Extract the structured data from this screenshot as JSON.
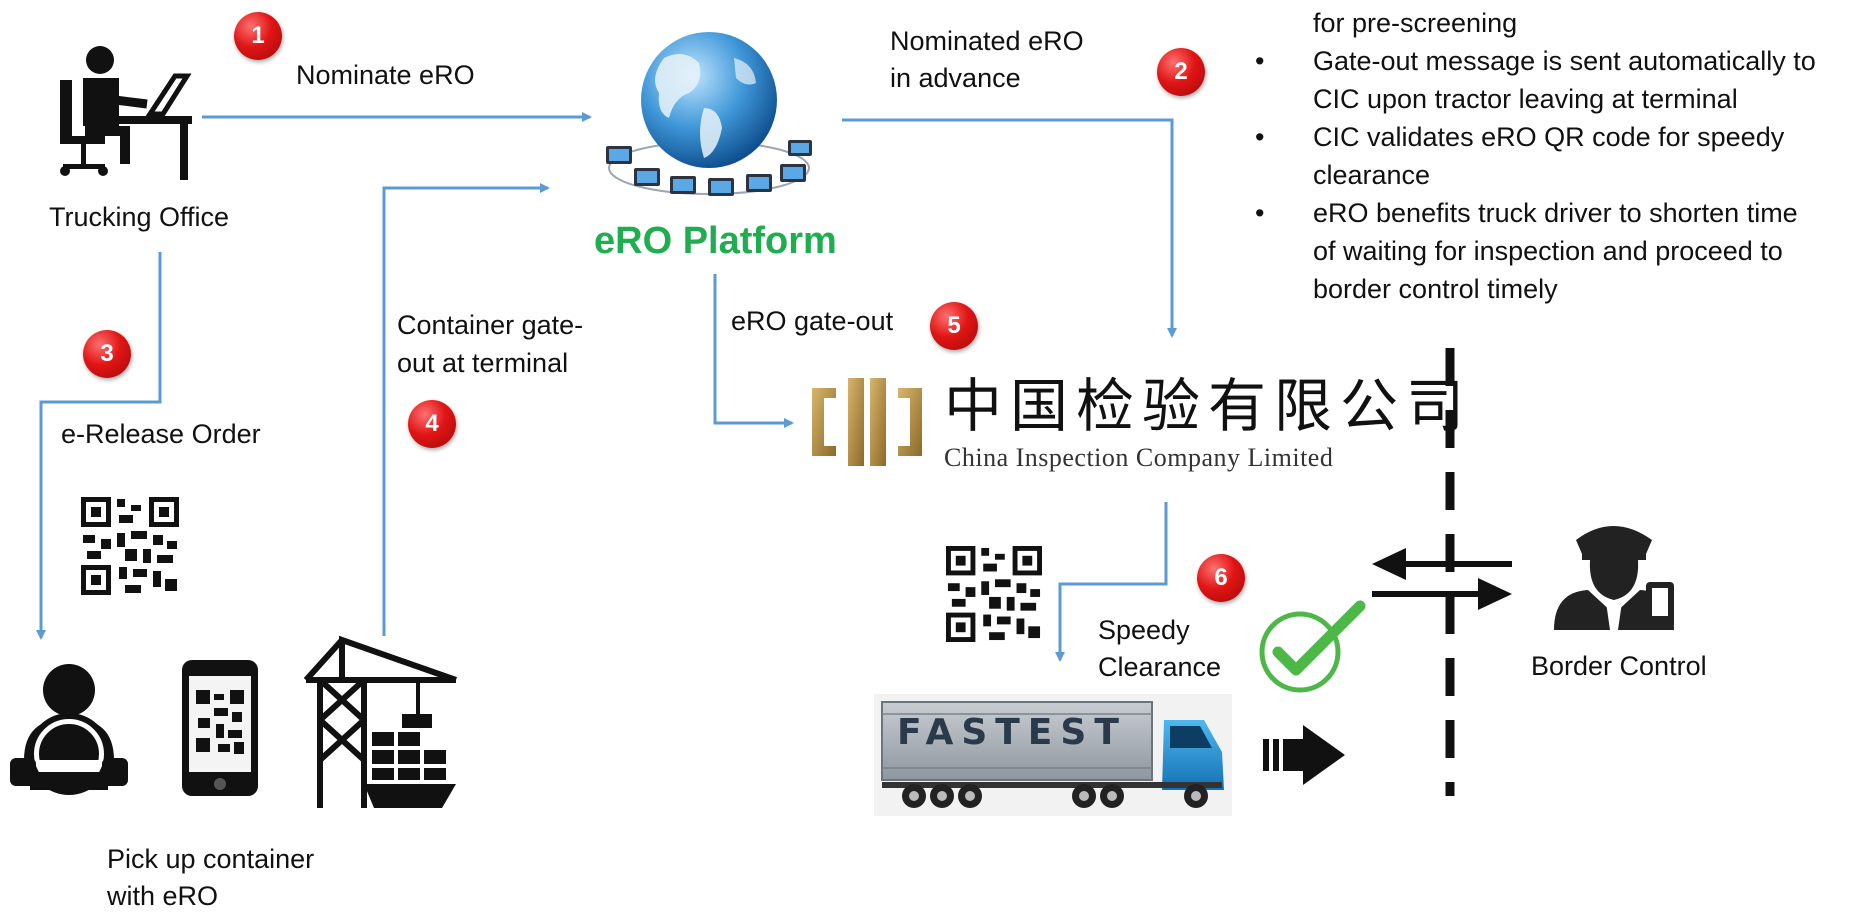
{
  "colors": {
    "arrow": "#5b9bd5",
    "platform_title": "#1fae4f",
    "badge": "#e01515",
    "cic_gold": "#b08a3e"
  },
  "nodes": {
    "trucking_office": "Trucking Office",
    "platform": "eRO Platform",
    "cic_chinese": "中国检验有限公司",
    "cic_english": "China Inspection Company Limited",
    "border_control": "Border Control",
    "truck_brand": "FASTEST"
  },
  "steps": [
    {
      "number": "1",
      "label": "Nominate eRO"
    },
    {
      "number": "2",
      "label_lines": [
        "Nominated eRO",
        "in advance"
      ]
    },
    {
      "number": "3",
      "label": "e-Release Order"
    },
    {
      "number": "4",
      "label_lines": [
        "Container gate-",
        "out at terminal"
      ]
    },
    {
      "number": "5",
      "label": "eRO gate-out"
    },
    {
      "number": "6",
      "label_lines": [
        "Speedy",
        "Clearance"
      ]
    }
  ],
  "pickup_lines": [
    "Pick up container",
    "with eRO"
  ],
  "notes": {
    "fragment": "for pre-screening",
    "items": [
      {
        "lines": [
          "Gate-out message is sent automatically to",
          "CIC upon tractor leaving at terminal"
        ]
      },
      {
        "lines": [
          "CIC validates eRO QR code for speedy",
          "clearance"
        ]
      },
      {
        "lines": [
          "eRO benefits truck driver to shorten time",
          "of waiting for inspection and proceed to",
          "border control timely"
        ]
      }
    ]
  },
  "icons": [
    "office-worker-icon",
    "globe-network-icon",
    "driver-icon",
    "phone-qr-icon",
    "port-crane-ship-icon",
    "qr-code-icon",
    "check-icon",
    "two-way-arrow-icon",
    "border-officer-icon",
    "truck-icon",
    "forward-arrow-icon"
  ]
}
